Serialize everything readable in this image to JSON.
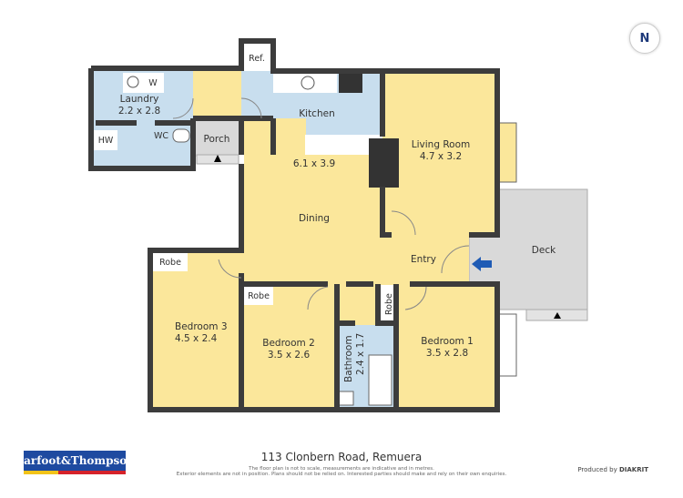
{
  "plan": {
    "rooms": [
      {
        "name": "Laundry",
        "size": "2.2 x 2.8"
      },
      {
        "name": "Kitchen",
        "size": ""
      },
      {
        "name": "Dining",
        "size": "6.1 x 3.9"
      },
      {
        "name": "Living Room",
        "size": "4.7 x 3.2"
      },
      {
        "name": "Entry",
        "size": ""
      },
      {
        "name": "Deck",
        "size": ""
      },
      {
        "name": "Bedroom 3",
        "size": "4.5 x 2.4"
      },
      {
        "name": "Bedroom 2",
        "size": "3.5 x 2.6"
      },
      {
        "name": "Bathroom",
        "size": "2.4 x 1.7"
      },
      {
        "name": "Bedroom 1",
        "size": "3.5 x 2.8"
      },
      {
        "name": "Porch",
        "size": ""
      }
    ],
    "fixtures": {
      "w": "W",
      "hw": "HW",
      "wc": "WC",
      "ref": "Ref.",
      "robe": "Robe"
    },
    "colors": {
      "living": "#fbe79b",
      "wet": "#c8deee",
      "outdoor": "#d9d9d9",
      "wall": "#3c3c3c",
      "entry_arrow": "#1f5bb5"
    }
  },
  "compass": "N",
  "footer": {
    "brand": "Barfoot&Thompson",
    "address": "113 Clonbern Road, Remuera",
    "disclaimer_1": "The floor plan is not to scale, measurements are indicative and in metres.",
    "disclaimer_2": "Exterior elements are not in position. Plans should not be relied on. Interested parties should make and rely on their own enquiries.",
    "produced_by": "Produced by",
    "producer": "DIAKRIT"
  }
}
